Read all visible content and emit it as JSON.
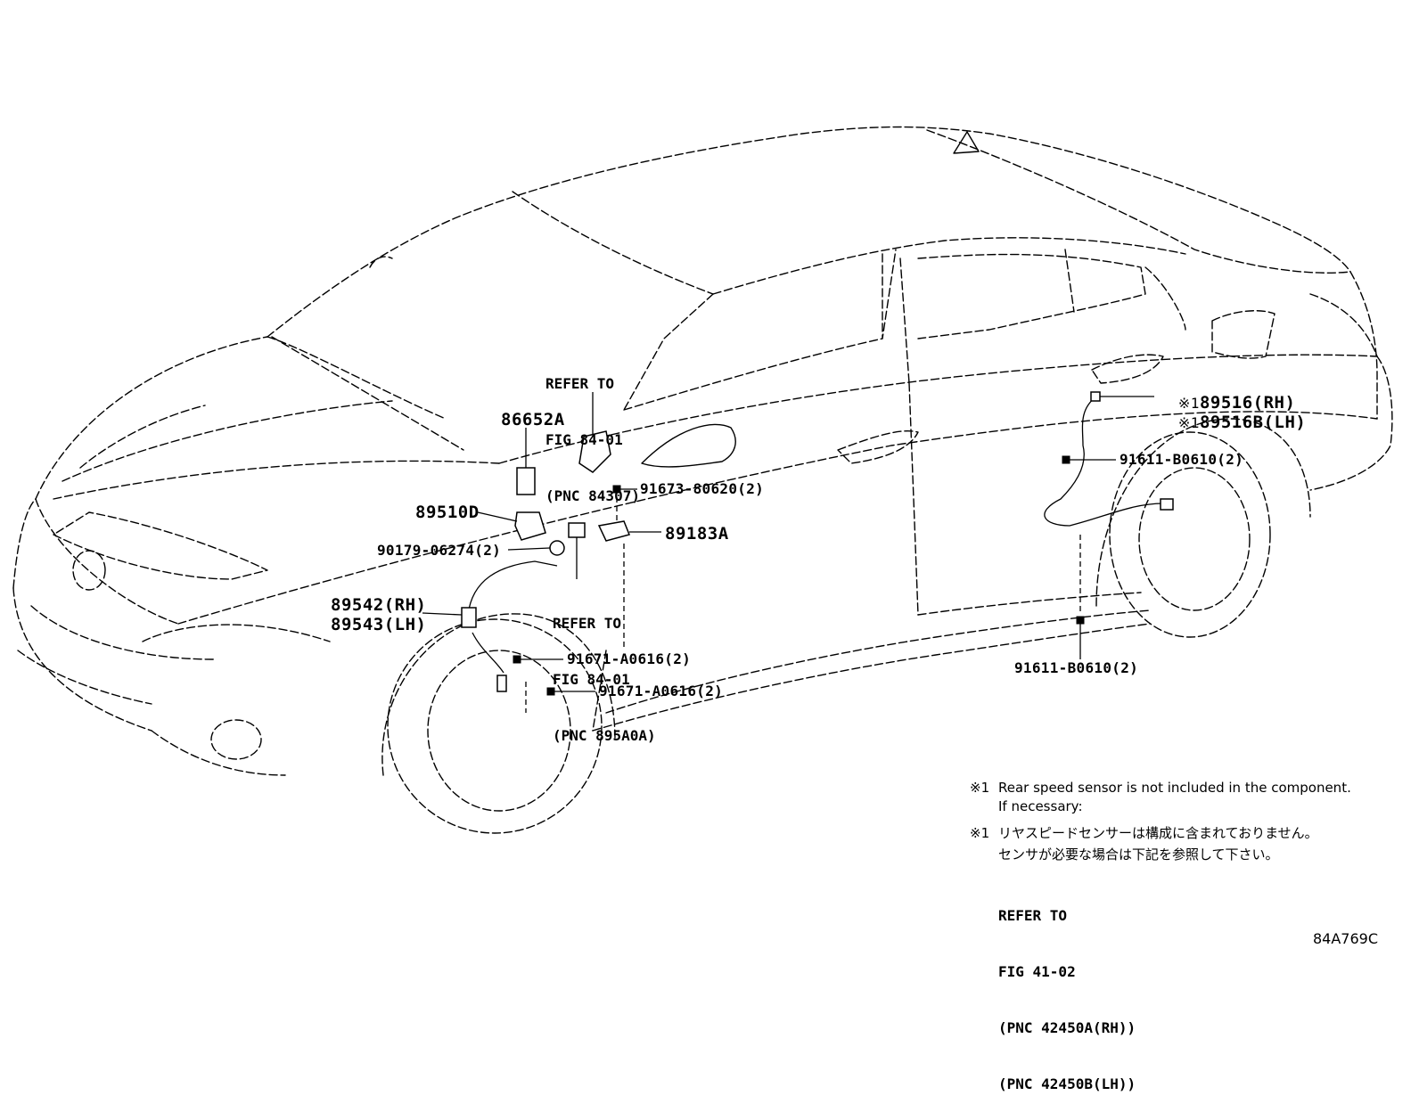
{
  "diagram_code": "84A769C",
  "parts": {
    "p86652A": "86652A",
    "p89510D": "89510D",
    "p90179": "90179-06274(2)",
    "p89542": "89542(RH)",
    "p89543": "89543(LH)",
    "p91673": "91673-80620(2)",
    "p89183A": "89183A",
    "p91671a": "91671-A0616(2)",
    "p91671b": "91671-A0616(2)",
    "p89516": "89516(RH)",
    "p89516B": "89516B(LH)",
    "p91611a": "91611-B0610(2)",
    "p91611b": "91611-B0610(2)"
  },
  "note_mark": "※1",
  "refer1": [
    "REFER TO",
    "FIG 84-01",
    "(PNC 84307)"
  ],
  "refer2": [
    "REFER TO",
    "FIG 84-01",
    "(PNC 895A0A)"
  ],
  "notes": {
    "en_mark": "※1",
    "en_line1": "Rear speed sensor is not included in the component.",
    "en_line2": "If necessary:",
    "ja_mark": "※1",
    "ja_line1": "リヤスピードセンサーは構成に含まれておりません。",
    "ja_line2": "センサが必要な場合は下記を参照して下さい。",
    "refer_lines": [
      "REFER TO",
      "FIG 41-02",
      "(PNC 42450A(RH))",
      "(PNC 42450B(LH))"
    ]
  }
}
